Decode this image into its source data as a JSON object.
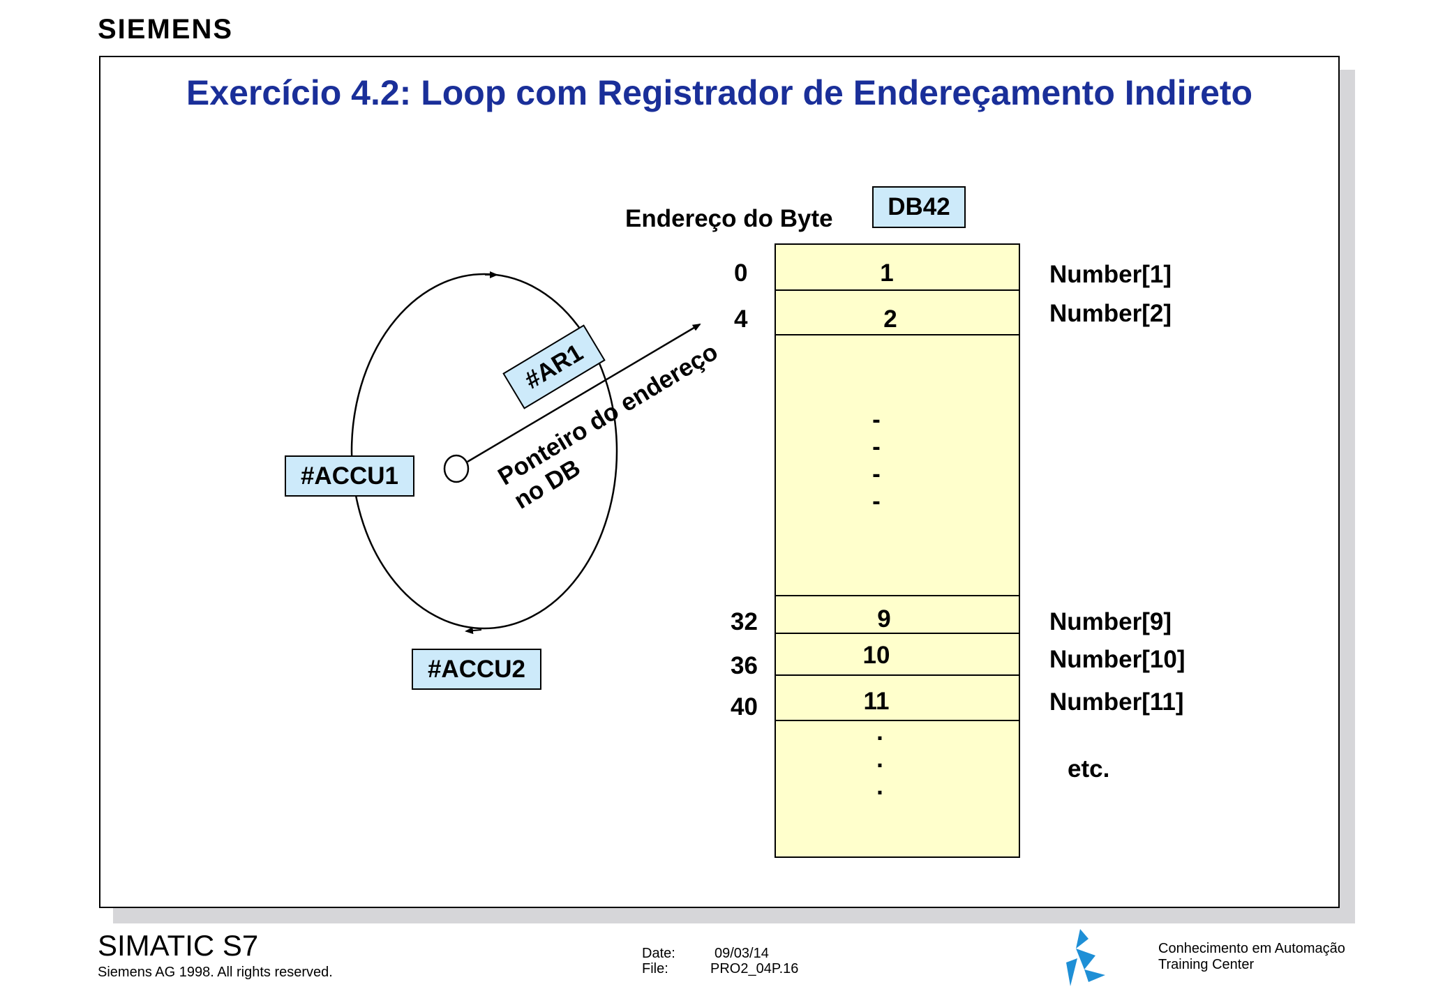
{
  "header": {
    "brand": "SIEMENS"
  },
  "slide": {
    "title": "Exercício 4.2: Loop com Registrador de Endereçamento Indireto"
  },
  "diagram": {
    "registers": {
      "accu1": "#ACCU1",
      "accu2": "#ACCU2",
      "ar1": "#AR1"
    },
    "pointer_label": {
      "line1": "Ponteiro do endereço",
      "line2": "no DB"
    },
    "byte_address_header": "Endereço do Byte",
    "db_name": "DB42",
    "rows": [
      {
        "address": "0",
        "value": "1",
        "name": "Number[1]"
      },
      {
        "address": "4",
        "value": "2",
        "name": "Number[2]"
      },
      {
        "address": "32",
        "value": "9",
        "name": "Number[9]"
      },
      {
        "address": "36",
        "value": "10",
        "name": "Number[10]"
      },
      {
        "address": "40",
        "value": "11",
        "name": "Number[11]"
      }
    ],
    "middle_ellipsis": "-\n-\n-\n-",
    "bottom_ellipsis": ".\n.\n.",
    "etc": "etc."
  },
  "footer": {
    "product": "SIMATIC S7",
    "copyright": "Siemens AG 1998. All rights reserved.",
    "date_label": "Date:",
    "date_value": "09/03/14",
    "file_label": "File:",
    "file_value": "PRO2_04P.16",
    "center_line1": "Conhecimento em Automação",
    "center_line2": "Training Center"
  },
  "colors": {
    "title": "#1a2f99",
    "register_box": "#cdeafa",
    "db_fill": "#ffffcc",
    "logo": "#1e8fd6"
  }
}
